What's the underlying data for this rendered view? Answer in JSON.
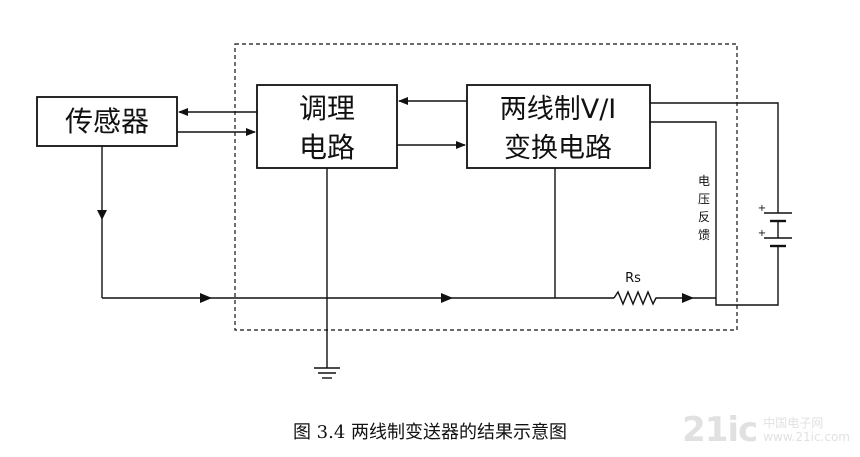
{
  "blocks": {
    "sensor": "传感器",
    "conditioning_line1": "调理",
    "conditioning_line2": "电路",
    "vi_line1": "两线制V/I",
    "vi_line2": "变换电路"
  },
  "labels": {
    "resistor": "Rs",
    "voltage_feedback": [
      "电",
      "压",
      "反",
      "馈"
    ],
    "battery_plus_top": "+",
    "battery_plus_bottom": "+"
  },
  "caption": "图 3.4 两线制变送器的结果示意图",
  "watermark": {
    "logo": "21ic",
    "line1": "中国电子网",
    "line2": "www.21ic.com"
  },
  "colors": {
    "line": "#111111",
    "background": "#ffffff"
  }
}
